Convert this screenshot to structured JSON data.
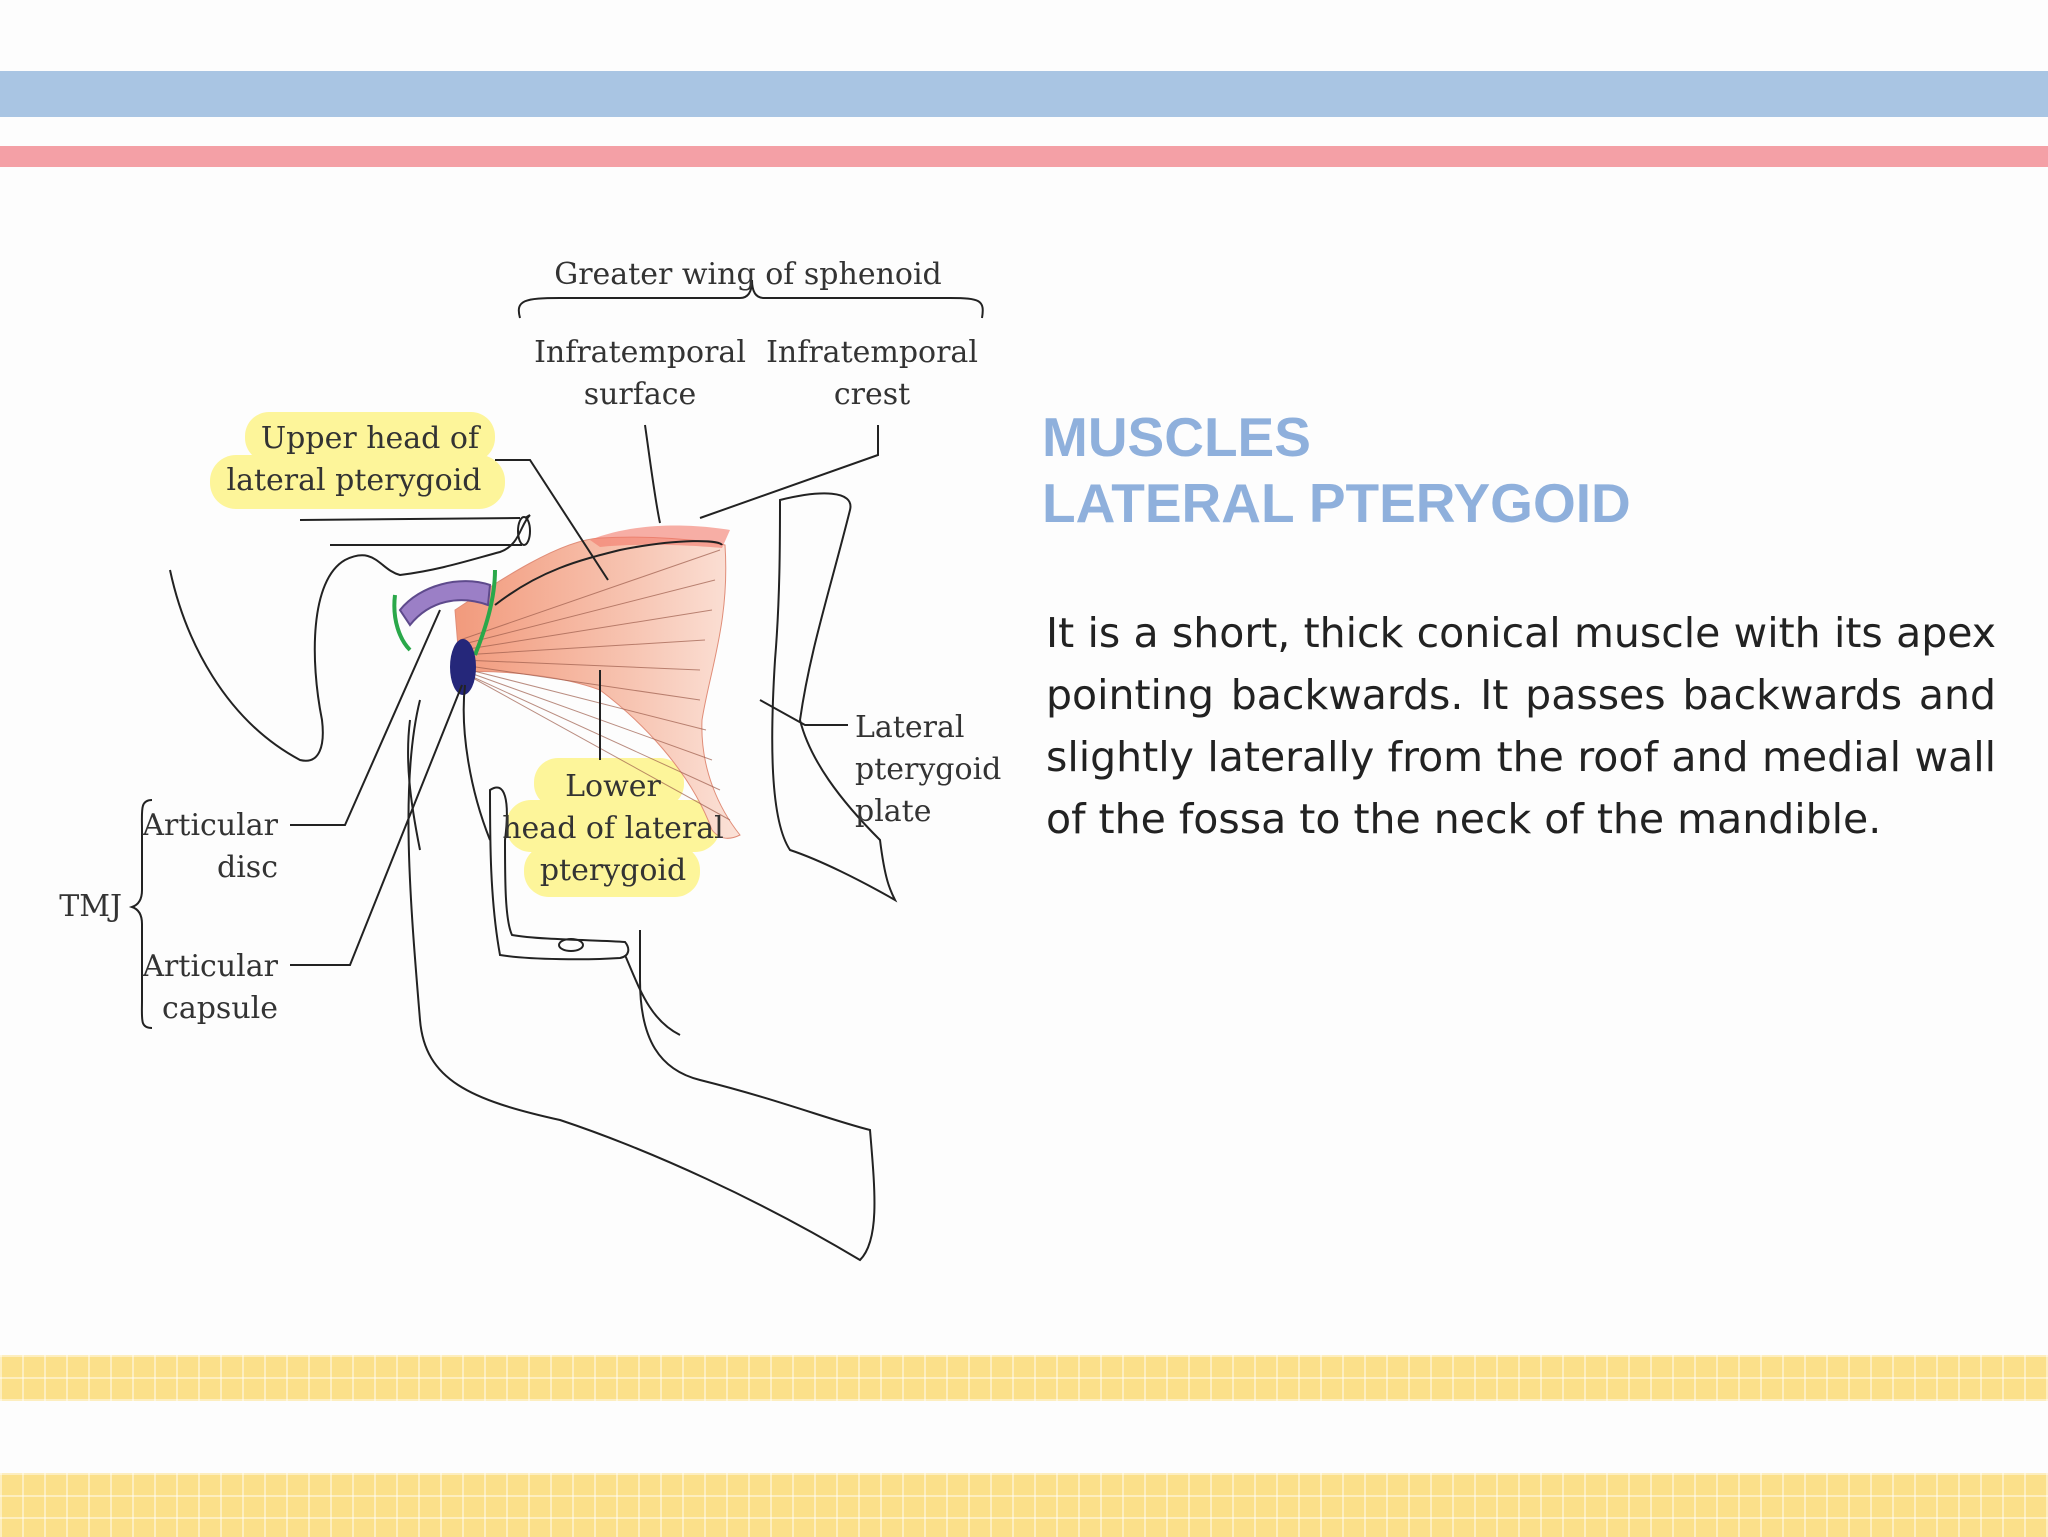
{
  "slide": {
    "title_line1": "MUSCLES",
    "title_line2": "LATERAL PTERYGOID",
    "description": "It is a short, thick conical muscle with its apex pointing backwards. It passes backwards and slightly laterally from the roof and medial wall of the fossa to the neck of the mandible."
  },
  "diagram": {
    "labels": {
      "greater_wing": "Greater wing of sphenoid",
      "infratemporal_surface_1": "Infratemporal",
      "infratemporal_surface_2": "surface",
      "infratemporal_crest_1": "Infratemporal",
      "infratemporal_crest_2": "crest",
      "upper_head_1": "Upper head of",
      "upper_head_2": "lateral pterygoid",
      "lateral_plate_1": "Lateral",
      "lateral_plate_2": "pterygoid",
      "lateral_plate_3": "plate",
      "lower_head_1": "Lower",
      "lower_head_2": "head of lateral",
      "lower_head_3": "pterygoid",
      "articular_disc_1": "Articular",
      "articular_disc_2": "disc",
      "tmj": "TMJ",
      "articular_capsule_1": "Articular",
      "articular_capsule_2": "capsule"
    },
    "colors": {
      "muscle": "#f4a184",
      "disc": "#9b7fc6",
      "capsule": "#2aa84a",
      "condyle": "#25277a",
      "highlight": "#fdf59a"
    }
  },
  "colors": {
    "title": "#8fb0dc",
    "blue_stripe": "#a9c5e3",
    "pink_stripe": "#f4a0a6",
    "yellow_band": "#fbe08a"
  }
}
